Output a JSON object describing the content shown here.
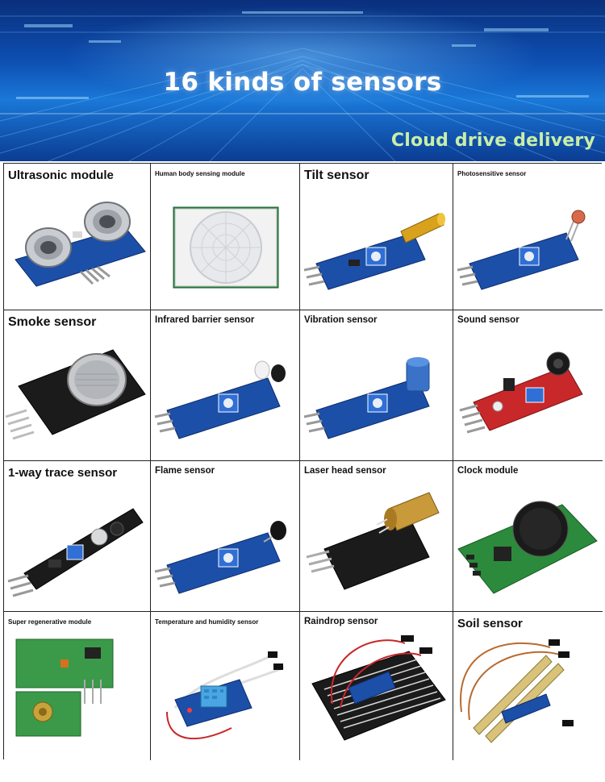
{
  "banner": {
    "title": "16 kinds of sensors",
    "subtitle": "Cloud drive delivery"
  },
  "colors": {
    "banner_dark": "#0a2f7c",
    "banner_light": "#1a78d8",
    "subtitle": "#c9eea8",
    "pcb_blue": "#1c4fa8",
    "pcb_black": "#1b1b1b",
    "pcb_green": "#2c8a3c",
    "pcb_red": "#c8282a"
  },
  "sensors": [
    {
      "label": "Ultrasonic module",
      "icon": "ultrasonic-icon"
    },
    {
      "label": "Human body sensing module",
      "icon": "pir-icon"
    },
    {
      "label": "Tilt sensor",
      "icon": "tilt-icon"
    },
    {
      "label": "Photosensitive sensor",
      "icon": "photoresistor-icon"
    },
    {
      "label": "Smoke sensor",
      "icon": "smoke-icon"
    },
    {
      "label": "Infrared barrier sensor",
      "icon": "infrared-icon"
    },
    {
      "label": "Vibration sensor",
      "icon": "vibration-icon"
    },
    {
      "label": "Sound sensor",
      "icon": "sound-icon"
    },
    {
      "label": "1-way trace sensor",
      "icon": "trace-icon"
    },
    {
      "label": "Flame sensor",
      "icon": "flame-icon"
    },
    {
      "label": "Laser head sensor",
      "icon": "laser-icon"
    },
    {
      "label": "Clock module",
      "icon": "clock-icon"
    },
    {
      "label": "Super regenerative module",
      "icon": "rf-icon"
    },
    {
      "label": "Temperature and humidity sensor",
      "icon": "dht-icon"
    },
    {
      "label": "Raindrop sensor",
      "icon": "raindrop-icon"
    },
    {
      "label": "Soil sensor",
      "icon": "soil-icon"
    }
  ]
}
